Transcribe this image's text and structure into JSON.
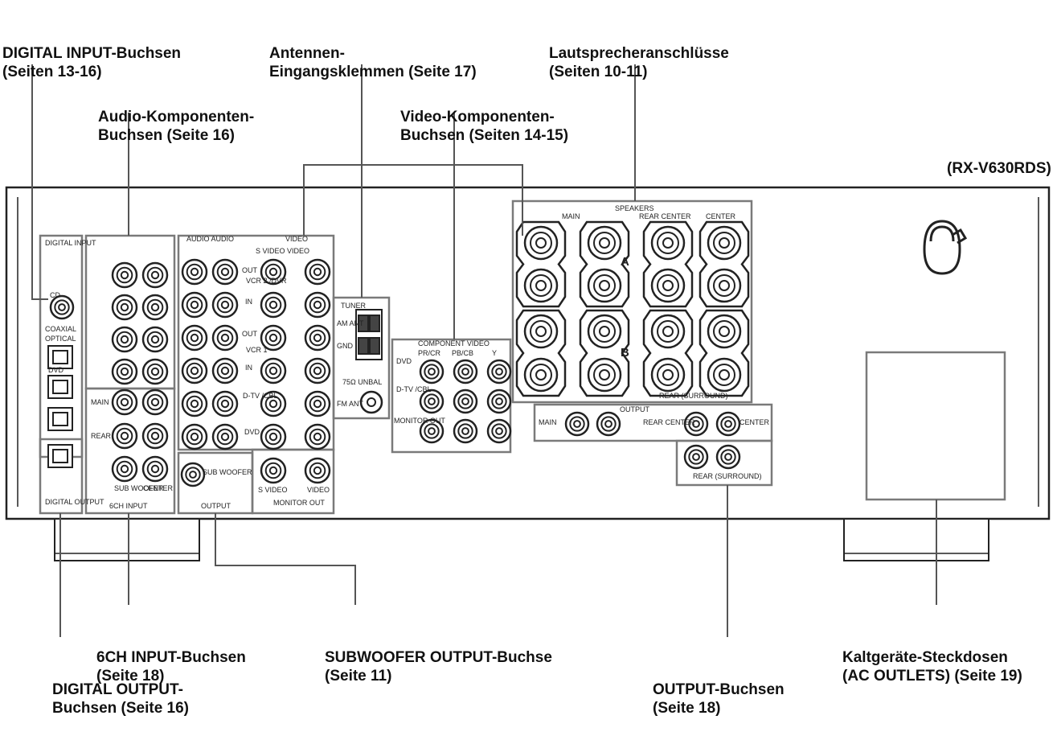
{
  "model": "(RX-V630RDS)",
  "callouts": {
    "digital_input": {
      "line1": "DIGITAL INPUT-Buchsen",
      "line2": "(Seiten 13-16)"
    },
    "audio_components": {
      "line1": "Audio-Komponenten-",
      "line2": "Buchsen (Seite 16)"
    },
    "antenna": {
      "line1": "Antennen-",
      "line2": "Eingangsklemmen (Seite 17)"
    },
    "video_components": {
      "line1": "Video-Komponenten-",
      "line2": "Buchsen (Seiten 14-15)"
    },
    "speakers": {
      "line1": "Lautsprecheranschlüsse",
      "line2": "(Seiten 10-11)"
    },
    "six_ch_input": {
      "line1": "6CH INPUT-Buchsen",
      "line2": "(Seite 18)"
    },
    "subwoofer_output": {
      "line1": "SUBWOOFER OUTPUT-Buchse",
      "line2": "(Seite 11)"
    },
    "digital_output": {
      "line1": "DIGITAL OUTPUT-",
      "line2": "Buchsen (Seite 16)"
    },
    "output": {
      "line1": "OUTPUT-Buchsen",
      "line2": "(Seite 18)"
    },
    "ac_outlets": {
      "line1": "Kaltgeräte-Steckdosen",
      "line2": "(AC OUTLETS) (Seite 19)"
    }
  },
  "panel_labels": {
    "digital_input": "DIGITAL INPUT",
    "cd": "CD",
    "coaxial": "COAXIAL",
    "optical": "OPTICAL",
    "dvd": "DVD",
    "digital_output": "DIGITAL OUTPUT",
    "audio_audio": "AUDIO AUDIO",
    "video": "VIDEO",
    "s_video_video": "S VIDEO VIDEO",
    "out": "OUT",
    "in": "IN",
    "vcr2": "VCR 2 /DVR",
    "vcr1": "VCR 1",
    "dtv": "D-TV /CBL",
    "dvd_row": "DVD",
    "s_video": "S VIDEO",
    "monitor_out": "MONITOR OUT",
    "six_ch_input": "6CH INPUT",
    "main": "MAIN",
    "rear": "REAR",
    "sub_woofer": "SUB WOOFER",
    "center": "CENTER",
    "subwoofer": "SUB WOOFER",
    "output": "OUTPUT",
    "tuner": "TUNER",
    "am_ant": "AM ANT",
    "gnd": "GND",
    "unbal": "75Ω UNBAL",
    "fm_ant": "FM ANT",
    "component_video": "COMPONENT VIDEO",
    "pr_cr": "PR/CR",
    "pb_cb": "PB/CB",
    "y": "Y",
    "cv_dvd": "DVD",
    "cv_dtv": "D-TV /CBL",
    "cv_monitor": "MONITOR OUT",
    "speakers": "SPEAKERS",
    "sp_main": "MAIN",
    "rear_center": "REAR CENTER",
    "sp_center": "CENTER",
    "sp_rear": "REAR (SURROUND)",
    "a": "A",
    "b": "B",
    "out_output": "OUTPUT",
    "out_main": "MAIN",
    "out_rear_center": "REAR CENTER",
    "out_center": "CENTER",
    "out_rear": "REAR (SURROUND)"
  },
  "colors": {
    "ink": "#222222",
    "panel": "#ffffff",
    "box": "#7a7a7a"
  }
}
